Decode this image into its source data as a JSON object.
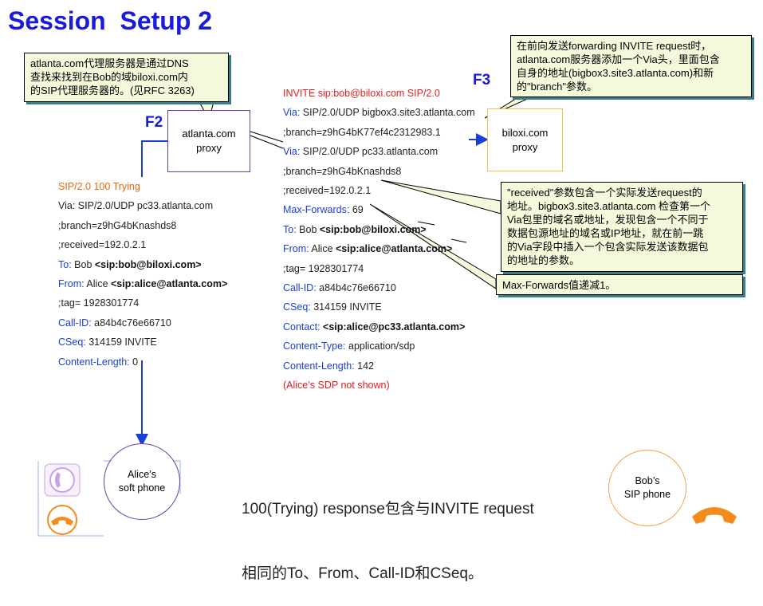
{
  "title": "Session  Setup 2",
  "labels": {
    "f2": "F2",
    "f3": "F3"
  },
  "notes": {
    "dns": [
      "atlanta.com代理服务器是通过DNS",
      "查找来找到在Bob的域biloxi.com内",
      "的SIP代理服务器的。(见RFC 3263)"
    ],
    "f3": [
      "在前向发送forwarding INVITE request时，",
      "atlanta.com服务器添加一个Via头，里面包含",
      "自身的地址(bigbox3.site3.atlanta.com)和新",
      "的\"branch\"参数。"
    ],
    "received": [
      "\"received\"参数包含一个实际发送request的",
      "地址。bigbox3.site3.atlanta.com 检查第一个",
      "Via包里的域名或地址，发现包含一个不同于",
      "数据包源地址的域名或IP地址，就在前一跳",
      "的Via字段中插入一个包含实际发送该数据包",
      "的地址的参数。"
    ],
    "maxfwd": "Max-Forwards值递减1。"
  },
  "atlanta_proxy": [
    "atlanta.com",
    "proxy"
  ],
  "biloxi_proxy": [
    "biloxi.com",
    "proxy"
  ],
  "left_msg": {
    "status": "SIP/2.0 100 Trying",
    "via_key": "Via:",
    "via_val": " SIP/2.0/UDP pc33.atlanta.com",
    "branch": ";branch=z9hG4bKnashds8",
    "received": ";received=192.0.2.1",
    "to_key": "To:",
    "to_name": " Bob ",
    "to_uri": "<sip:bob@biloxi.com>",
    "from_key": "From:",
    "from_name": " Alice ",
    "from_uri": "<sip:alice@atlanta.com>",
    "tag": ";tag= 1928301774",
    "callid_key": "Call-ID:",
    "callid_val": " a84b4c76e66710",
    "cseq_key": "CSeq:",
    "cseq_val": " 314159 INVITE",
    "clen_key": "Content-Length:",
    "clen_val": " 0"
  },
  "mid_msg": {
    "request_line": "INVITE sip:bob@biloxi.com SIP/2.0",
    "via1_key": "Via:",
    "via1_val": " SIP/2.0/UDP bigbox3.site3.atlanta.com",
    "branch1": ";branch=z9hG4bK77ef4c2312983.1",
    "via2_key": "Via:",
    "via2_val": " SIP/2.0/UDP pc33.atlanta.com",
    "branch2": ";branch=z9hG4bKnashds8",
    "received": ";received=192.0.2.1",
    "maxfwd_key": "Max-Forwards:",
    "maxfwd_val": " 69",
    "to_key": "To:",
    "to_name": " Bob ",
    "to_uri": "<sip:bob@biloxi.com>",
    "from_key": "From:",
    "from_name": " Alice ",
    "from_uri": "<sip:alice@atlanta.com>",
    "tag": ";tag= 1928301774",
    "callid_key": "Call-ID:",
    "callid_val": " a84b4c76e66710",
    "cseq_key": "CSeq:",
    "cseq_val": " 314159 INVITE",
    "contact_key": "Contact:",
    "contact_uri": " <sip:alice@pc33.atlanta.com>",
    "ctype_key": "Content-Type:",
    "ctype_val": " application/sdp",
    "clen_key": "Content-Length:",
    "clen_val": " 142",
    "sdp_note": "(Alice’s SDP not shown)"
  },
  "bottom_text": [
    "100(Trying) response包含与INVITE request",
    "相同的To、From、Call-ID和CSeq。"
  ],
  "alice_phone": [
    "Alice’s",
    "soft phone"
  ],
  "bob_phone": [
    "Bob’s",
    "SIP phone"
  ],
  "colors": {
    "title": "#1a1adc",
    "key": "#1a3fd8",
    "note_bg": "#f4f9dc",
    "note_shadow": "#3a7c8a",
    "orange": "#f28c1c",
    "purple": "#6b3fa0"
  }
}
